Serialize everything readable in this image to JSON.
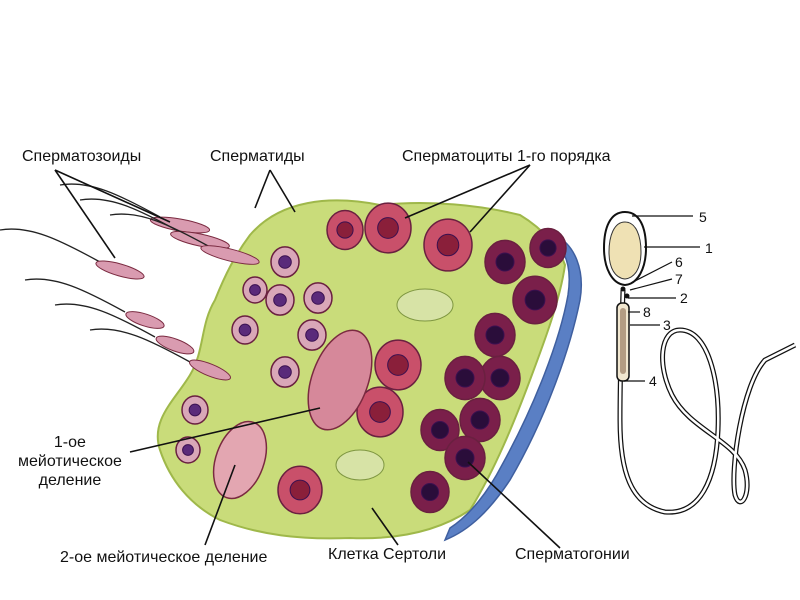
{
  "labels": {
    "spermatozoa": "Сперматозоиды",
    "spermatids": "Сперматиды",
    "spermatocytes1": "Сперматоциты 1-го порядка",
    "meiosis1_line1": "1-ое",
    "meiosis1_line2": "мейотическое",
    "meiosis1_line3": "деление",
    "meiosis2": "2-ое мейотическое деление",
    "sertoli": "Клетка Сертоли",
    "spermatogonia": "Сперматогонии"
  },
  "sperm_parts": [
    "5",
    "1",
    "6",
    "7",
    "2",
    "8",
    "3",
    "4"
  ],
  "colors": {
    "cytoplasm": "#c9dc7a",
    "cytoplasm_edge": "#9fb84a",
    "membrane": "#5a7fc4",
    "spermatogonium": "#7a1f4a",
    "spermatocyte": "#c9506a",
    "spermatid": "#d9a7b8",
    "nucleus": "#5a2a7a"
  }
}
